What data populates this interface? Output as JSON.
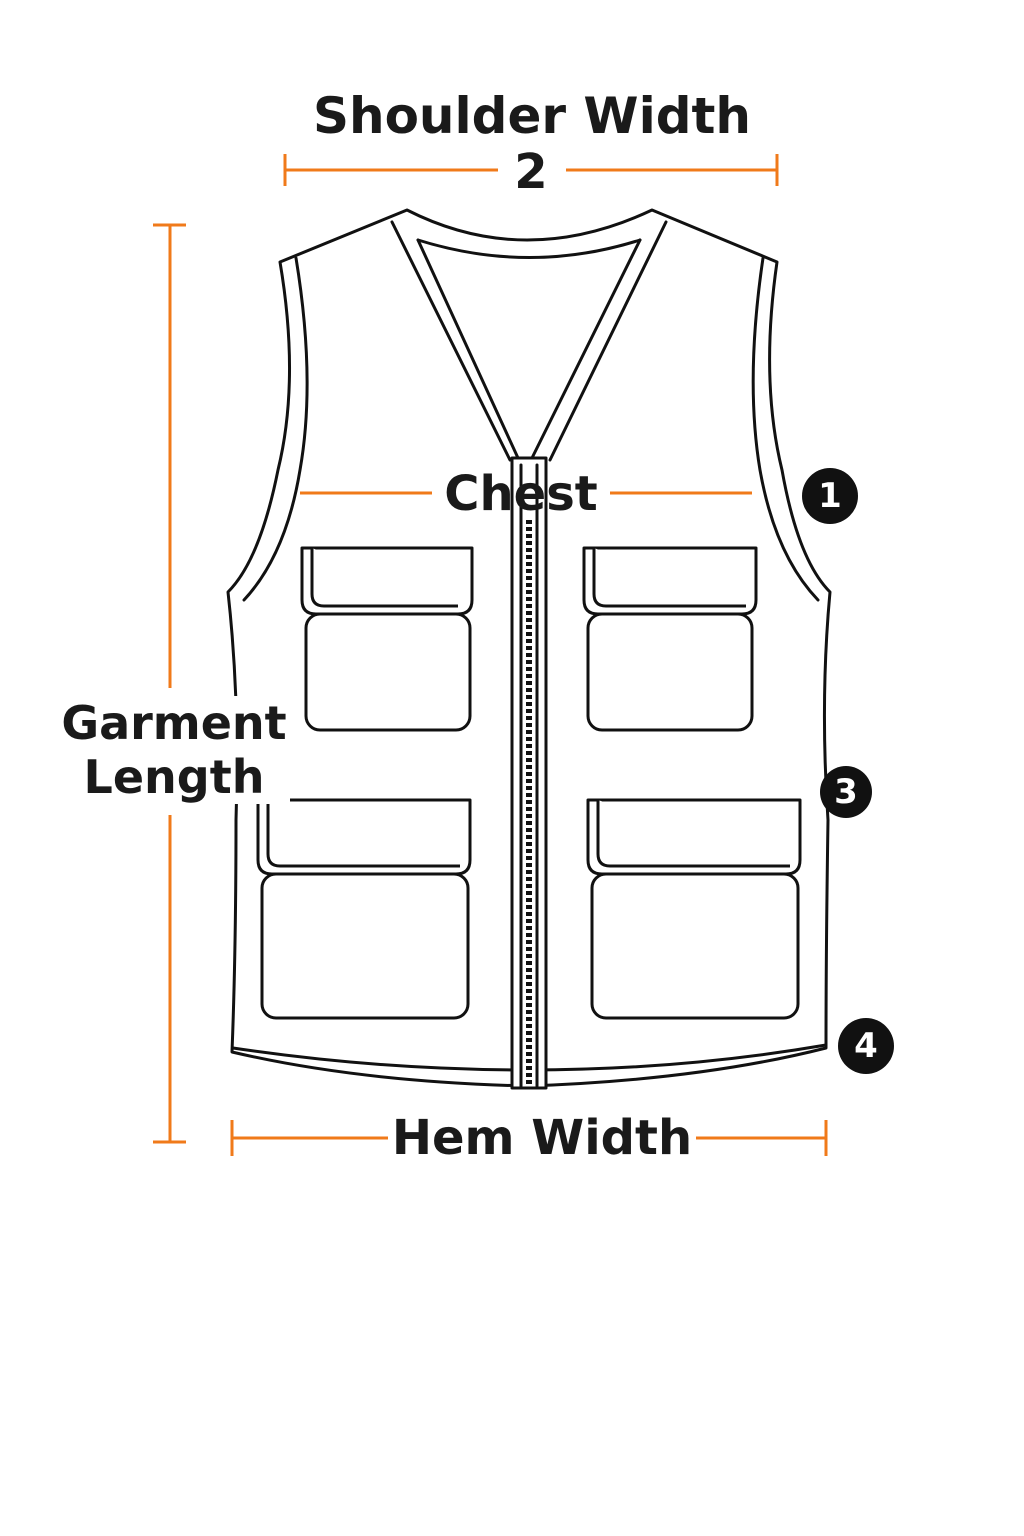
{
  "labels": {
    "shoulder_width": "Shoulder Width",
    "shoulder_number": "2",
    "chest": "Chest",
    "garment_length": "Garment\nLength",
    "hem_width": "Hem Width"
  },
  "badges": {
    "chest": "1",
    "mid": "3",
    "hem": "4"
  },
  "colors": {
    "dimension_line": "#F07A1A",
    "outline": "#111111",
    "badge_fill": "#111111"
  }
}
